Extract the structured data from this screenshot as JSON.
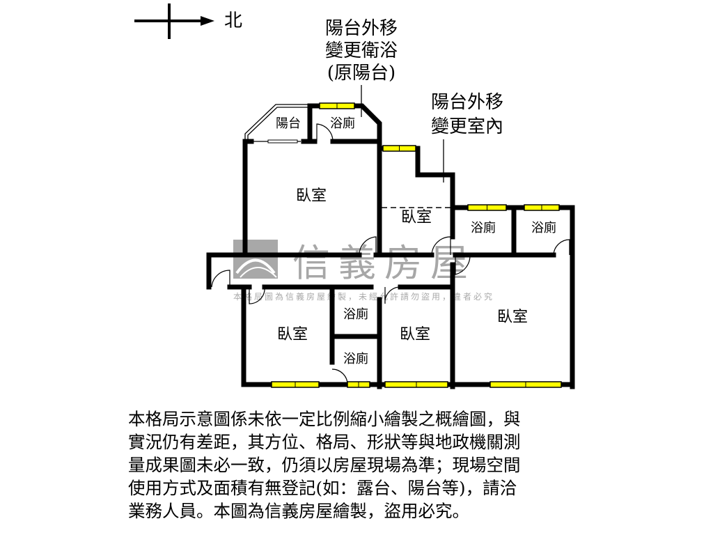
{
  "compass": {
    "label": "北",
    "icon": "north-arrow-icon"
  },
  "annotations": {
    "balcony_to_bath": [
      "陽台外移",
      "變更衛浴",
      "(原陽台)"
    ],
    "balcony_to_indoor": [
      "陽台外移",
      "變更室內"
    ]
  },
  "rooms": {
    "balcony": "陽台",
    "bath_top": "浴廁",
    "bedroom_top_left": "臥室",
    "bedroom_middle": "臥室",
    "bath_right_1": "浴廁",
    "bath_right_2": "浴廁",
    "bedroom_bottom_left": "臥室",
    "bath_bottom_1": "浴廁",
    "bath_bottom_2": "浴廁",
    "bedroom_bottom_middle": "臥室",
    "bedroom_right": "臥室"
  },
  "watermark": {
    "brand": "信義房屋",
    "notice": "本格局圖為信義房屋繪製，未經允許請勿盜用，違者必究"
  },
  "colors": {
    "wall": "#000000",
    "window": "#ffff00",
    "watermark": "#8f8f8f"
  },
  "disclaimer": [
    "本格局示意圖係未依一定比例縮小繪製之概繪圖，與",
    "實況仍有差距，其方位、格局、形狀等與地政機關測",
    "量成果圖未必一致，仍須以房屋現場為準；現場空間",
    "使用方式及面積有無登記(如：露台、陽台等)，請洽",
    "業務人員。本圖為信義房屋繪製，盜用必究。"
  ]
}
